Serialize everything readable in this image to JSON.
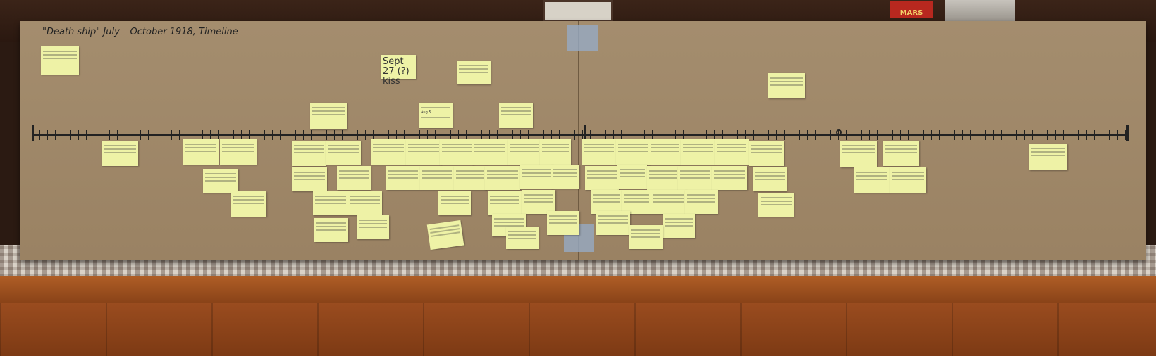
{
  "board": {
    "title": "\"Death ship\"  July – October 1918, Timeline"
  },
  "poster": {
    "label": "MARS"
  },
  "top_notes": [
    {
      "id": "n1",
      "text": ""
    },
    {
      "id": "n2",
      "text": "Sept 27 (?) kiss"
    },
    {
      "id": "n3",
      "text": ""
    },
    {
      "id": "n4",
      "text": ""
    },
    {
      "id": "n5",
      "text": "Aug 5"
    },
    {
      "id": "n6",
      "text": ""
    },
    {
      "id": "n7",
      "text": ""
    }
  ],
  "timeline_notes_count": 62,
  "colors": {
    "note": "#eef2a6",
    "cardboard": "#a48d6e",
    "ink": "#222222"
  }
}
